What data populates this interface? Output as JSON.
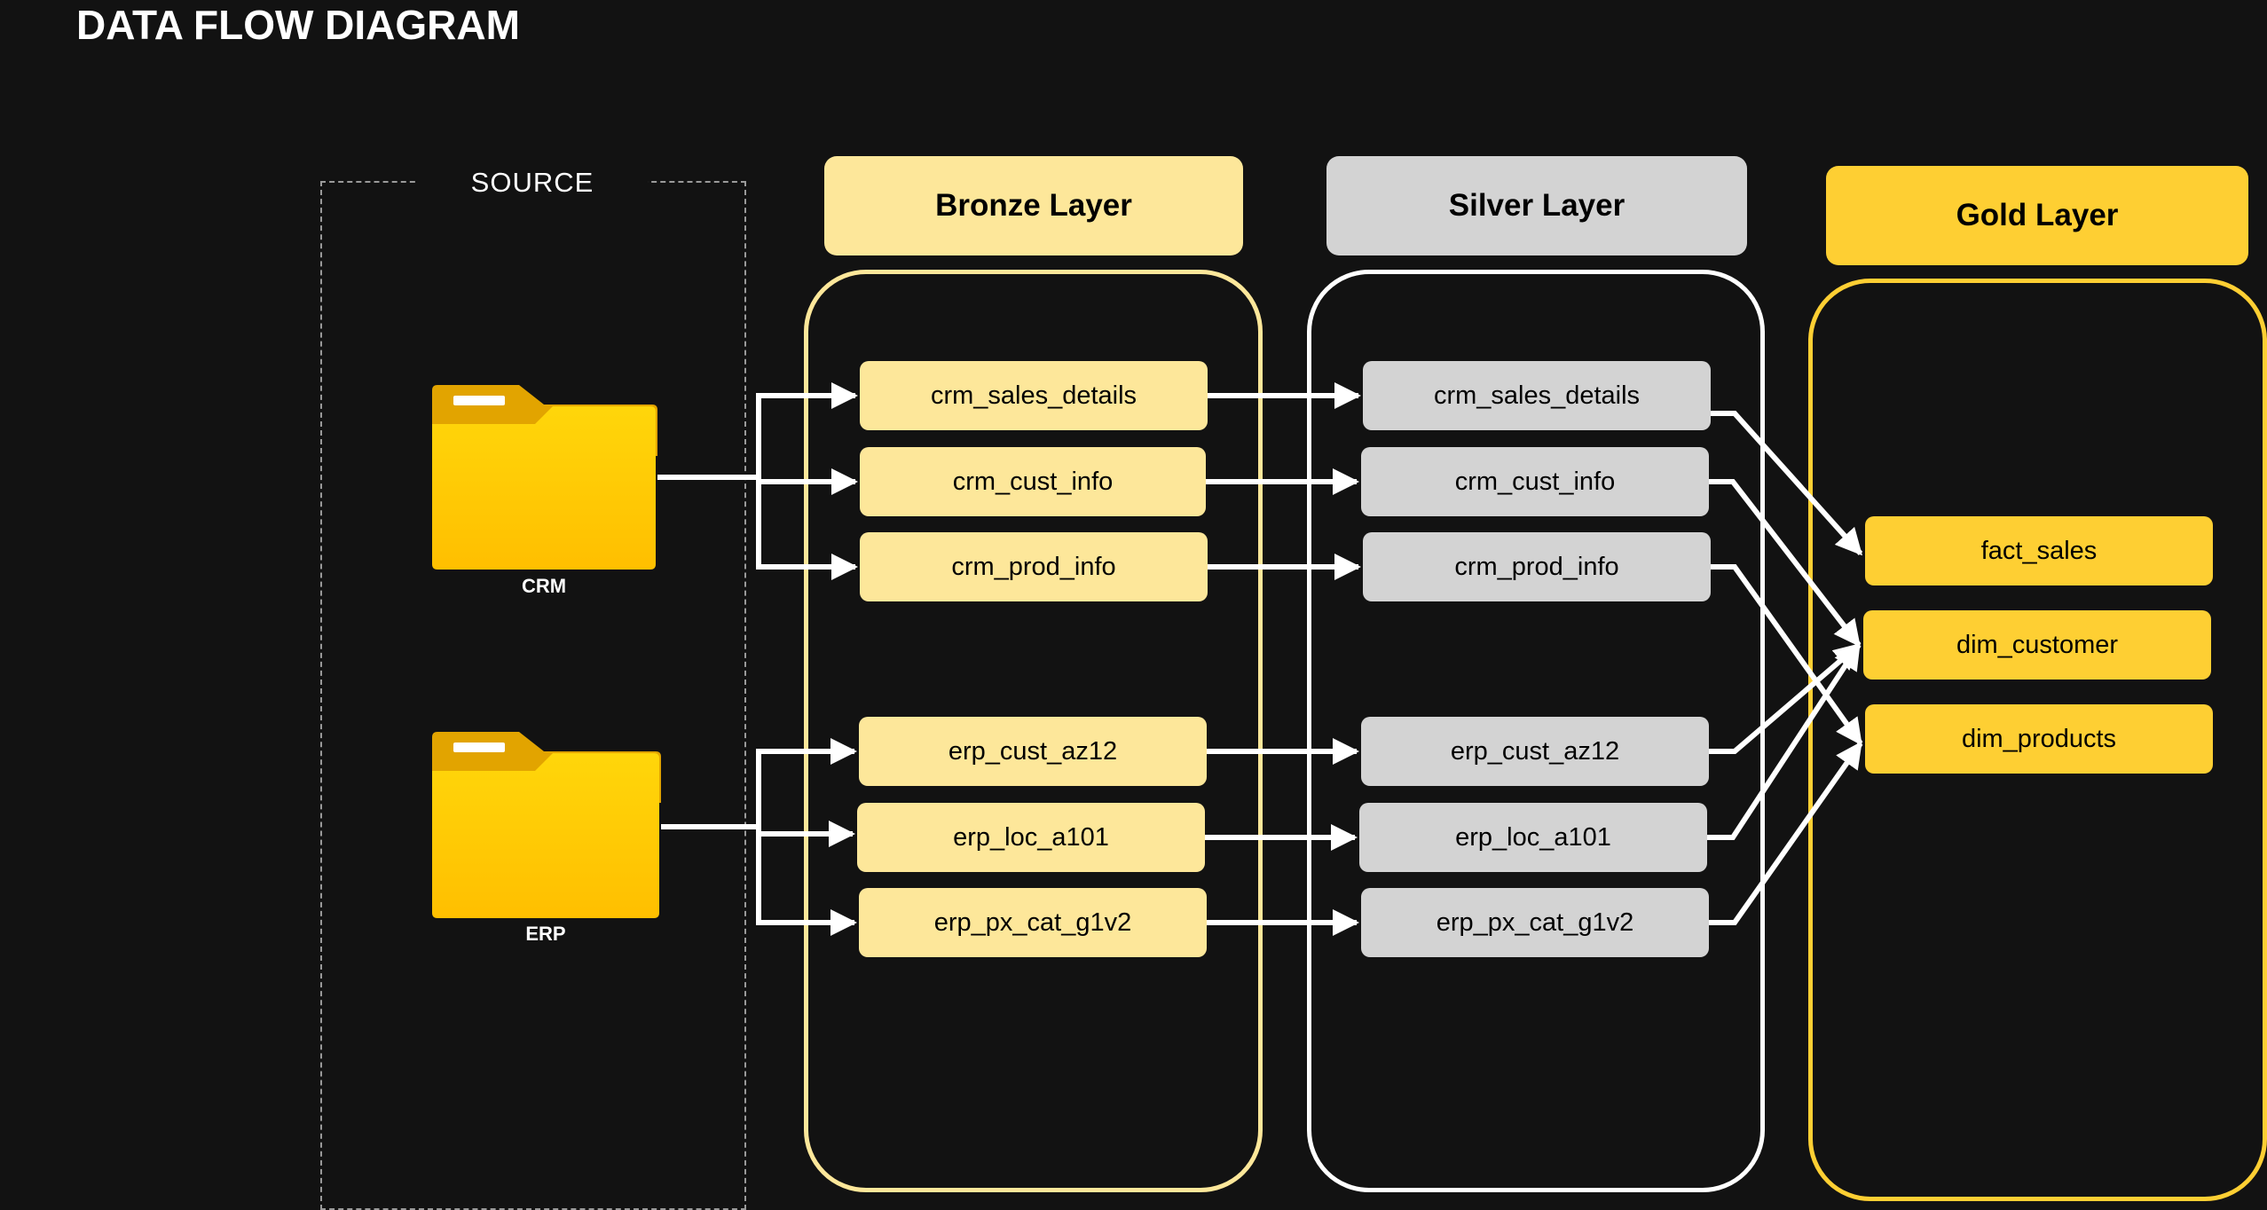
{
  "title": "DATA FLOW DIAGRAM",
  "source": {
    "label": "SOURCE",
    "systems": [
      {
        "label": "CRM",
        "icon": "folder-icon"
      },
      {
        "label": "ERP",
        "icon": "folder-icon"
      }
    ]
  },
  "layers": {
    "bronze": {
      "header": "Bronze Layer",
      "color": "#fde79a",
      "nodes": [
        "crm_sales_details",
        "crm_cust_info",
        "crm_prod_info",
        "erp_cust_az12",
        "erp_loc_a101",
        "erp_px_cat_g1v2"
      ]
    },
    "silver": {
      "header": "Silver Layer",
      "color": "#d3d3d3",
      "nodes": [
        "crm_sales_details",
        "crm_cust_info",
        "crm_prod_info",
        "erp_cust_az12",
        "erp_loc_a101",
        "erp_px_cat_g1v2"
      ]
    },
    "gold": {
      "header": "Gold Layer",
      "color": "#fecf33",
      "nodes": [
        "fact_sales",
        "dim_customer",
        "dim_products"
      ]
    }
  },
  "colors": {
    "background": "#121212",
    "line": "#ffffff",
    "bronze_frame": "#fde79a",
    "silver_frame": "#ffffff",
    "gold_frame": "#fecf33",
    "folder": "#ffc107"
  },
  "flows": [
    {
      "from": "source.CRM",
      "to": "bronze.crm_sales_details"
    },
    {
      "from": "source.CRM",
      "to": "bronze.crm_cust_info"
    },
    {
      "from": "source.CRM",
      "to": "bronze.crm_prod_info"
    },
    {
      "from": "source.ERP",
      "to": "bronze.erp_cust_az12"
    },
    {
      "from": "source.ERP",
      "to": "bronze.erp_loc_a101"
    },
    {
      "from": "source.ERP",
      "to": "bronze.erp_px_cat_g1v2"
    },
    {
      "from": "bronze.crm_sales_details",
      "to": "silver.crm_sales_details"
    },
    {
      "from": "bronze.crm_cust_info",
      "to": "silver.crm_cust_info"
    },
    {
      "from": "bronze.crm_prod_info",
      "to": "silver.crm_prod_info"
    },
    {
      "from": "bronze.erp_cust_az12",
      "to": "silver.erp_cust_az12"
    },
    {
      "from": "bronze.erp_loc_a101",
      "to": "silver.erp_loc_a101"
    },
    {
      "from": "bronze.erp_px_cat_g1v2",
      "to": "silver.erp_px_cat_g1v2"
    },
    {
      "from": "silver.crm_sales_details",
      "to": "gold.fact_sales"
    },
    {
      "from": "silver.crm_cust_info",
      "to": "gold.dim_customer"
    },
    {
      "from": "silver.crm_prod_info",
      "to": "gold.dim_products"
    },
    {
      "from": "silver.erp_cust_az12",
      "to": "gold.dim_customer"
    },
    {
      "from": "silver.erp_loc_a101",
      "to": "gold.dim_customer"
    },
    {
      "from": "silver.erp_px_cat_g1v2",
      "to": "gold.dim_products"
    }
  ]
}
